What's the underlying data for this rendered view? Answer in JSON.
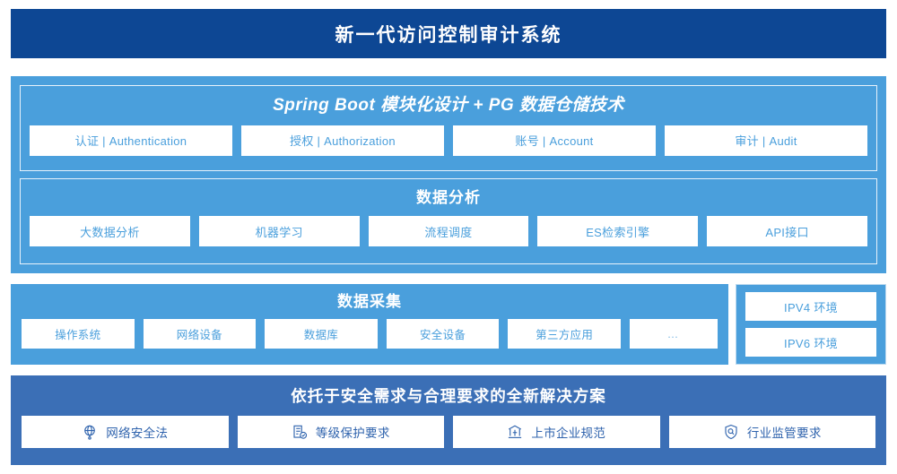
{
  "header": {
    "title": "新一代访问控制审计系统"
  },
  "platform": {
    "springboot": {
      "title": "Spring Boot 模块化设计 + PG 数据仓储技术",
      "cards": [
        {
          "label": "认证 | Authentication"
        },
        {
          "label": "授权 | Authorization"
        },
        {
          "label": "账号 | Account"
        },
        {
          "label": "审计 | Audit"
        }
      ]
    },
    "analysis": {
      "title": "数据分析",
      "cards": [
        {
          "label": "大数据分析"
        },
        {
          "label": "机器学习"
        },
        {
          "label": "流程调度"
        },
        {
          "label": "ES检索引擎"
        },
        {
          "label": "API接口"
        }
      ]
    }
  },
  "collection": {
    "title": "数据采集",
    "cards": [
      {
        "label": "操作系统"
      },
      {
        "label": "网络设备"
      },
      {
        "label": "数据库"
      },
      {
        "label": "安全设备"
      },
      {
        "label": "第三方应用"
      },
      {
        "label": "…"
      }
    ]
  },
  "environment": {
    "items": [
      {
        "label": "IPV4 环境"
      },
      {
        "label": "IPV6 环境"
      }
    ]
  },
  "compliance": {
    "title": "依托于安全需求与合理要求的全新解决方案",
    "cards": [
      {
        "label": "网络安全法",
        "icon": "globe-icon"
      },
      {
        "label": "等级保护要求",
        "icon": "document-check-icon"
      },
      {
        "label": "上市企业规范",
        "icon": "bank-icon"
      },
      {
        "label": "行业监管要求",
        "icon": "shield-search-icon"
      }
    ]
  },
  "colors": {
    "header_navy": "#0d4794",
    "light_blue": "#4a9fdc",
    "mid_blue": "#3b6fb6",
    "card_text": "#4a9fdc",
    "compliance_text": "#2f63ad"
  }
}
